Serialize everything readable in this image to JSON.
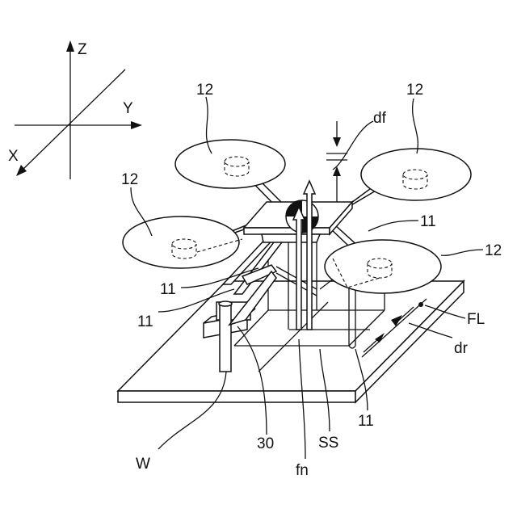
{
  "axes": {
    "z": "Z",
    "y": "Y",
    "x": "X"
  },
  "labels": {
    "rotor_top_left": "12",
    "rotor_top_right": "12",
    "rotor_left": "12",
    "rotor_right": "12",
    "df": "df",
    "arm_upper_right": "11",
    "arm_left_upper": "11",
    "arm_left_lower": "11",
    "arm_lower_right": "11",
    "fl": "FL",
    "dr": "dr",
    "w": "W",
    "part_30": "30",
    "ss": "SS",
    "fn": "fn"
  }
}
